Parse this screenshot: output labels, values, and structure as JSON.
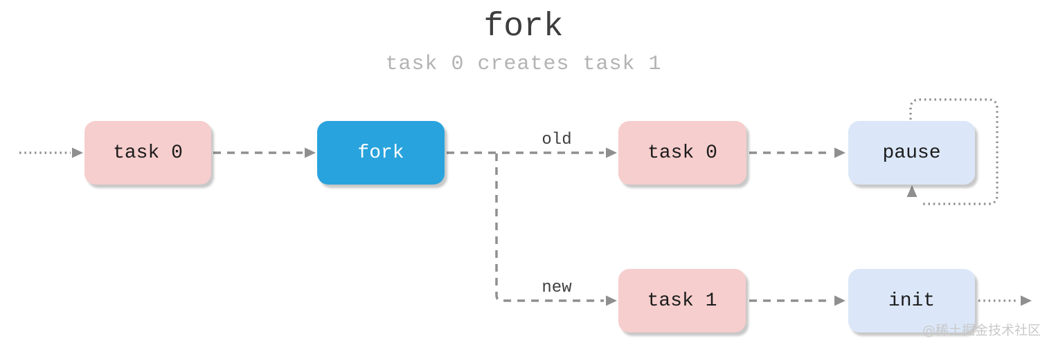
{
  "title": "fork",
  "subtitle": "task 0 creates task 1",
  "watermark": "@稀土掘金技术社区",
  "nodes": {
    "task0_before": {
      "label": "task 0",
      "type": "task"
    },
    "fork": {
      "label": "fork",
      "type": "syscall"
    },
    "task0_after": {
      "label": "task 0",
      "type": "task"
    },
    "pause": {
      "label": "pause",
      "type": "state"
    },
    "task1": {
      "label": "task 1",
      "type": "task"
    },
    "init": {
      "label": "init",
      "type": "state"
    }
  },
  "edges": {
    "old_label": "old",
    "new_label": "new"
  },
  "colors": {
    "task_fill": "#f6cecd",
    "syscall_fill": "#29a3dd",
    "state_fill": "#dbe7f8",
    "line": "#8f8f8f",
    "title_text": "#3d3d3d",
    "subtitle_text": "#b3b3b3",
    "label_text": "#3f3f3f",
    "node_text": "#1c1c1c",
    "syscall_text": "#ffffff",
    "watermark_text": "#c9c9c9"
  }
}
